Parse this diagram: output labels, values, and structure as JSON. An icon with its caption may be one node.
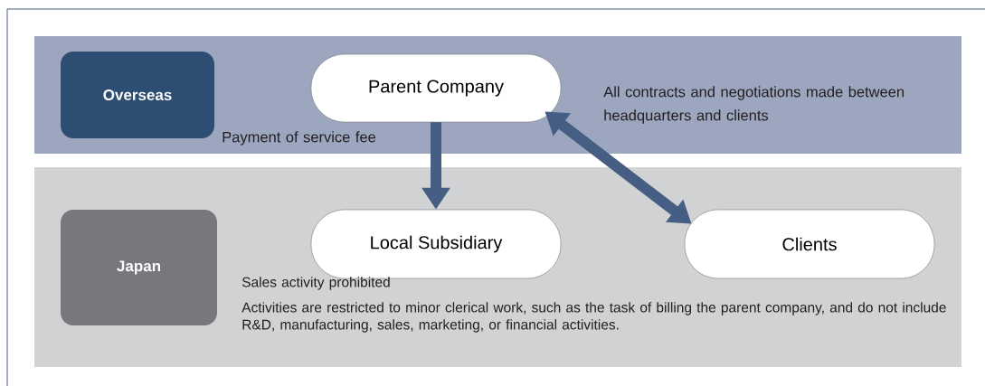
{
  "diagram": {
    "nodes": [
      {
        "text": [
          "Overseas"
        ]
      },
      {
        "text": [
          "Parent Company"
        ]
      },
      {
        "text": [
          "Japan"
        ]
      },
      {
        "text": [
          "Local Subsidiary"
        ],
        "beside": [
          "Sales activity prohibited",
          "Activities are restricted to minor clerical work, such as the task of billing the parent company, and do not include R&D, manufacturing, sales, marketing, or financial activities."
        ]
      },
      {
        "text": [
          "Clients"
        ]
      }
    ],
    "edges": [
      {
        "from": 1,
        "to": 3,
        "arrow": "to",
        "label": "Payment of service fee"
      },
      {
        "from": 1,
        "to": 4,
        "arrow": "both",
        "label": "All contracts and negotiations made between headquarters and clients"
      }
    ]
  }
}
